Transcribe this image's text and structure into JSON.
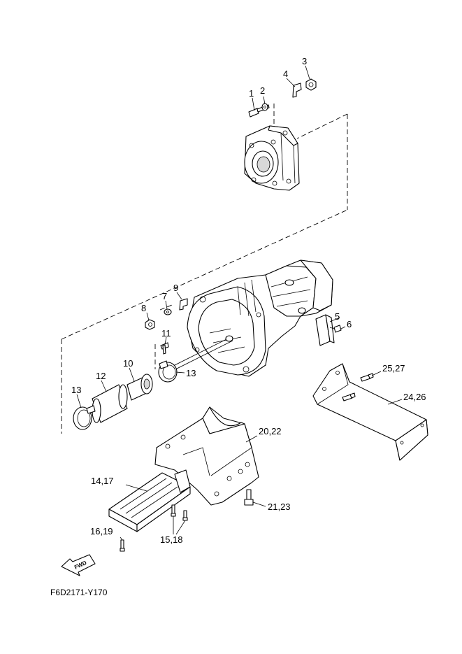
{
  "callouts": {
    "c1": "1",
    "c2": "2",
    "c3": "3",
    "c4": "4",
    "c5": "5",
    "c6": "6",
    "c7": "7",
    "c8": "8",
    "c9": "9",
    "c10": "10",
    "c11": "11",
    "c12": "12",
    "c13a": "13",
    "c13b": "13",
    "c14_17": "14,17",
    "c15_18": "15,18",
    "c16_19": "16,19",
    "c20_22": "20,22",
    "c21_23": "21,23",
    "c24_26": "24,26",
    "c25_27": "25,27"
  },
  "fwd_arrow_label": "FWD",
  "figure_code": "F6D2171-Y170"
}
